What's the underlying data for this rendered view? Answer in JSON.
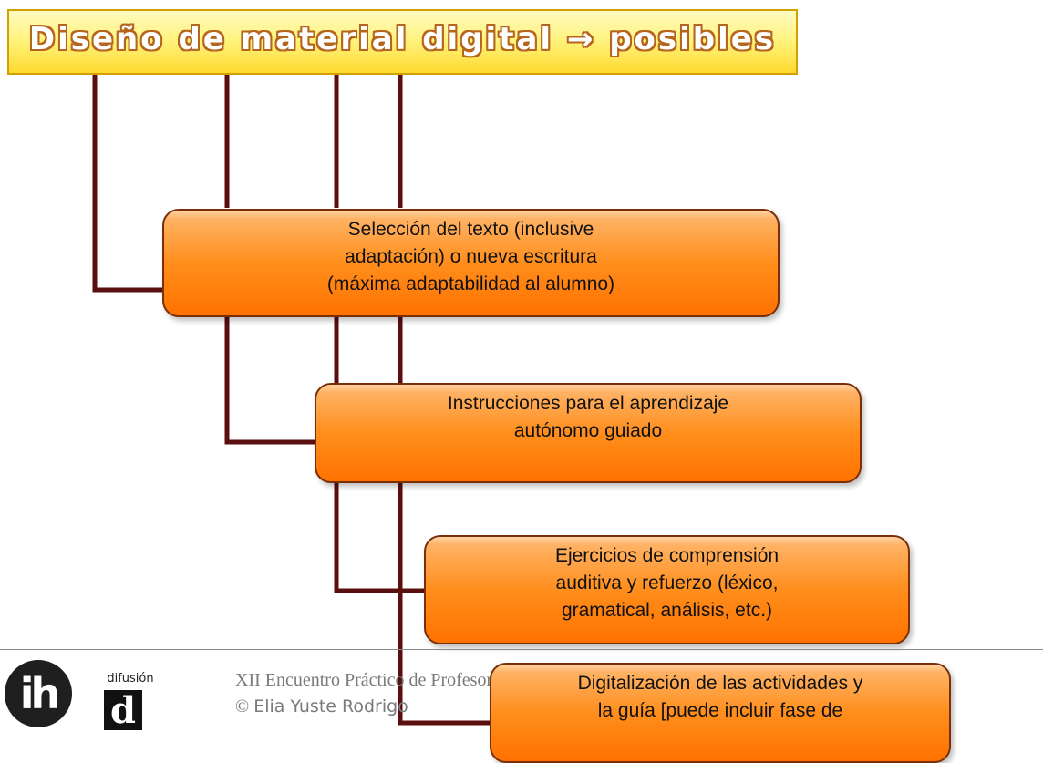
{
  "title": "Diseño de material digital → posibles",
  "nodes": [
    {
      "lines": [
        "Selección del texto (inclusive",
        "adaptación) o nueva escritura",
        "(máxima adaptabilidad al alumno)"
      ]
    },
    {
      "lines": [
        "Instrucciones para el aprendizaje",
        "autónomo guiado"
      ]
    },
    {
      "lines": [
        "Ejercicios de comprensión",
        "auditiva y refuerzo (léxico,",
        "gramatical, análisis, etc.)"
      ]
    },
    {
      "lines": [
        "Digitalización de las actividades y",
        "la guía [puede incluir fase de"
      ]
    }
  ],
  "footer": {
    "event": "XII Encuentro Práctico de Profesores ELE",
    "copyright_symbol": "©",
    "author": "Elia Yuste Rodrigo"
  },
  "logos": {
    "ih": "ih",
    "difusion_label": "difusión",
    "difusion_mark": "d"
  },
  "colors": {
    "title_fill": "#fff27a",
    "node_fill": "#ff8e1c",
    "connector": "#5a0e0e"
  }
}
